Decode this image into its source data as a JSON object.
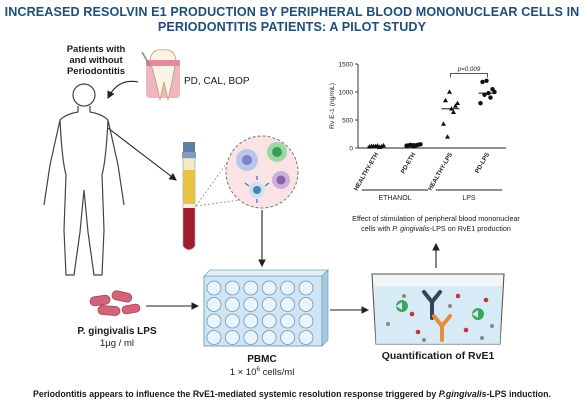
{
  "header": {
    "title_line1": "INCREASED RESOLVIN E1 PRODUCTION BY PERIPHERAL BLOOD MONONUCLEAR CELLS IN",
    "title_line2": "PERIODONTITIS PATIENTS: A PILOT STUDY"
  },
  "patients": {
    "label_line1": "Patients with",
    "label_line2": "and without",
    "label_line3": "Periodontitis",
    "clinical_params": "PD, CAL, BOP"
  },
  "lps": {
    "name": "P. gingivalis LPS",
    "dose": "1µg / ml"
  },
  "pbmc": {
    "label": "PBMC",
    "count_prefix": "1 × 10",
    "count_exp": "6",
    "count_suffix": " cells/ml"
  },
  "quant": {
    "label": "Quantification of RvE1"
  },
  "effect_caption": {
    "line1": "Effect of stimulation of peripheral blood mononuclear",
    "line2_pre": "cells with ",
    "line2_italic": "P. gingivalis",
    "line2_post": "-LPS on RvE1 production"
  },
  "footer": {
    "pre": "Periodontitis appears to influence the RvE1-mediated systemic resolution response triggered by ",
    "italic": "P.gingivalis",
    "post": "-LPS induction."
  },
  "chart_data": {
    "type": "scatter",
    "ylabel": "Rv E-1 (ng/mL)",
    "ylim": [
      0,
      1500
    ],
    "yticks": [
      0,
      500,
      1000,
      1500
    ],
    "categories": [
      "HEALTHY-ETH",
      "PD-ETH",
      "HEALTHY-LPS",
      "PD-LPS"
    ],
    "groups": [
      {
        "label": "ETHANOL",
        "categories": [
          "HEALTHY-ETH",
          "PD-ETH"
        ]
      },
      {
        "label": "LPS",
        "categories": [
          "HEALTHY-LPS",
          "PD-LPS"
        ]
      }
    ],
    "annotation": "p=0.009",
    "series": [
      {
        "category": "HEALTHY-ETH",
        "marker": "triangle",
        "values": [
          20,
          30,
          40,
          25,
          35,
          15,
          45,
          30
        ],
        "median": 30
      },
      {
        "category": "PD-ETH",
        "marker": "circle",
        "values": [
          40,
          55,
          30,
          60,
          45,
          50,
          65,
          35,
          50
        ],
        "median": 50
      },
      {
        "category": "HEALTHY-LPS",
        "marker": "triangle",
        "values": [
          430,
          200,
          700,
          750,
          850,
          640,
          800,
          1000
        ],
        "median": 700
      },
      {
        "category": "PD-LPS",
        "marker": "circle",
        "values": [
          800,
          950,
          980,
          1050,
          1180,
          900,
          1000,
          1200
        ],
        "median": 980
      }
    ]
  },
  "colors": {
    "title": "#1f4e79",
    "blood": "#a11d2d",
    "serum": "#e8c441",
    "tube_cap": "#5f7ea3",
    "plate": "#b7d6ea",
    "lps_bacteria": "#d2647a",
    "antibody_dark": "#35425e",
    "antibody_orange": "#e98c3c"
  }
}
